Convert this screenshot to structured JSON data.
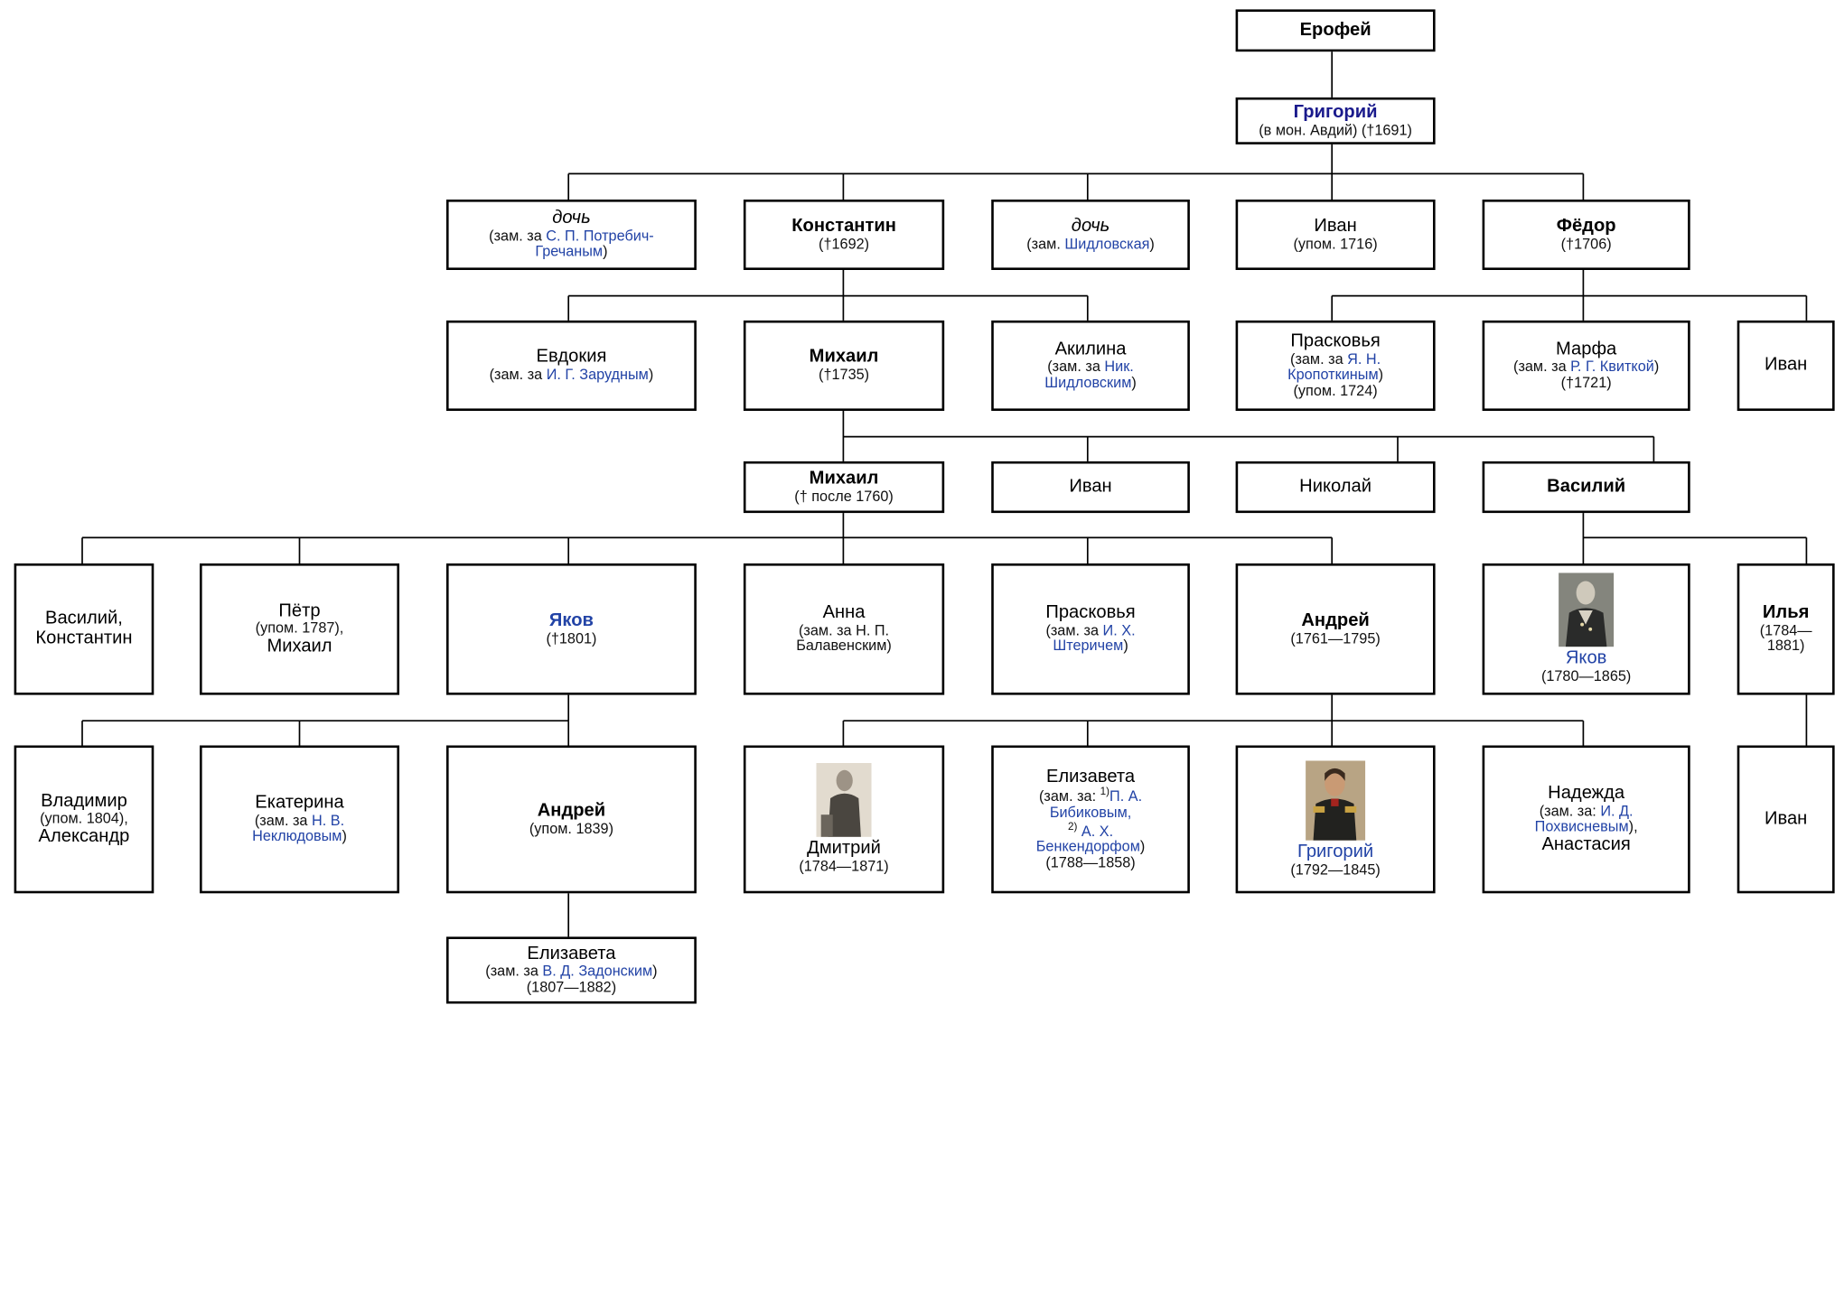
{
  "people": {
    "erofey": {
      "name": "Ерофей"
    },
    "grigoriy1": {
      "name": "Григорий",
      "l1": "(в мон. Авдий) (†1691)"
    },
    "daughter1": {
      "name": "дочь",
      "l1a": "(зам. за ",
      "l1b": "С. П. Потребич-",
      "l2": "Гречаным",
      "l2e": ")"
    },
    "konstantin": {
      "name": "Константин",
      "l1": "(†1692)"
    },
    "daughter2": {
      "name": "дочь",
      "l1a": "(зам. ",
      "l1b": "Шидловская",
      "l1c": ")"
    },
    "ivan1": {
      "name": "Иван",
      "l1": "(упом. 1716)"
    },
    "fedor": {
      "name": "Фёдор",
      "l1": "(†1706)"
    },
    "evdokiya": {
      "name": "Евдокия",
      "l1a": "(зам. за ",
      "l1b": "И. Г. Зарудным",
      "l1c": ")"
    },
    "mikhail1": {
      "name": "Михаил",
      "l1": "(†1735)"
    },
    "akilina": {
      "name": "Акилина",
      "l1a": "(зам. за ",
      "l1b": "Ник.",
      "l2": "Шидловским",
      "l2e": ")"
    },
    "praskovya1": {
      "name": "Прасковья",
      "l1a": "(зам. за ",
      "l1b": "Я. Н.",
      "l2": "Кропоткиным",
      "l2e": ")",
      "l3": "(упом. 1724)"
    },
    "marfa": {
      "name": "Марфа",
      "l1a": "(зам. за ",
      "l1b": "Р. Г. Квиткой",
      "l1c": ")",
      "l2": "(†1721)"
    },
    "ivan2": {
      "name": "Иван"
    },
    "mikhail2": {
      "name": "Михаил",
      "l1": "(† после 1760)"
    },
    "ivan3": {
      "name": "Иван"
    },
    "nikolay": {
      "name": "Николай"
    },
    "vasiliy1": {
      "name": "Василий"
    },
    "vasiliy_konst": {
      "name": "Василий,",
      "name2": "Константин"
    },
    "petr": {
      "name": "Пётр",
      "l1": "(упом. 1787),",
      "name2": "Михаил"
    },
    "yakov1": {
      "name": "Яков",
      "l1": "(†1801)"
    },
    "anna": {
      "name": "Анна",
      "l1": "(зам. за Н. П.",
      "l2": "Балавенским)"
    },
    "praskovya2": {
      "name": "Прасковья",
      "l1a": "(зам. за ",
      "l1b": "И. Х.",
      "l2": "Штеричем",
      "l2e": ")"
    },
    "andrey1": {
      "name": "Андрей",
      "l1": "(1761—1795)"
    },
    "yakov2": {
      "name": "Яков",
      "l1": "(1780—1865)"
    },
    "ilya": {
      "name": "Илья",
      "l1": "(1784—",
      "l2": "1881)"
    },
    "vladimir": {
      "name": "Владимир",
      "l1": "(упом. 1804),",
      "name2": "Александр"
    },
    "ekaterina": {
      "name": "Екатерина",
      "l1a": "(зам. за ",
      "l1b": "Н. В.",
      "l2": "Неклюдовым",
      "l2e": ")"
    },
    "andrey2": {
      "name": "Андрей",
      "l1": "(упом. 1839)"
    },
    "dmitriy": {
      "name": "Дмитрий",
      "l1": "(1784—1871)"
    },
    "elizaveta1": {
      "name": "Елизавета",
      "l1a": "(зам. за: ",
      "sup1": "1)",
      "l1b": "П. А.",
      "l2": "Бибиковым,",
      "sup2": "2)",
      "l3": "А. Х.",
      "l4": "Бенкендорфом",
      "l4e": ")",
      "l5": "(1788—1858)"
    },
    "grigoriy2": {
      "name": "Григорий",
      "l1": "(1792—1845)"
    },
    "nadezhda": {
      "name": "Надежда",
      "l1a": "(зам. за: ",
      "l1b": "И. Д.",
      "l2": "Похвисневым",
      "l2e": "),",
      "name2": "Анастасия"
    },
    "ivan4": {
      "name": "Иван"
    },
    "elizaveta2": {
      "name": "Елизавета",
      "l1a": "(зам. за ",
      "l1b": "В. Д. Задонским",
      "l1c": ")",
      "l2": "(1807—1882)"
    }
  },
  "colors": {
    "link": "#2243a6",
    "line": "#000000",
    "border": "#000000"
  }
}
